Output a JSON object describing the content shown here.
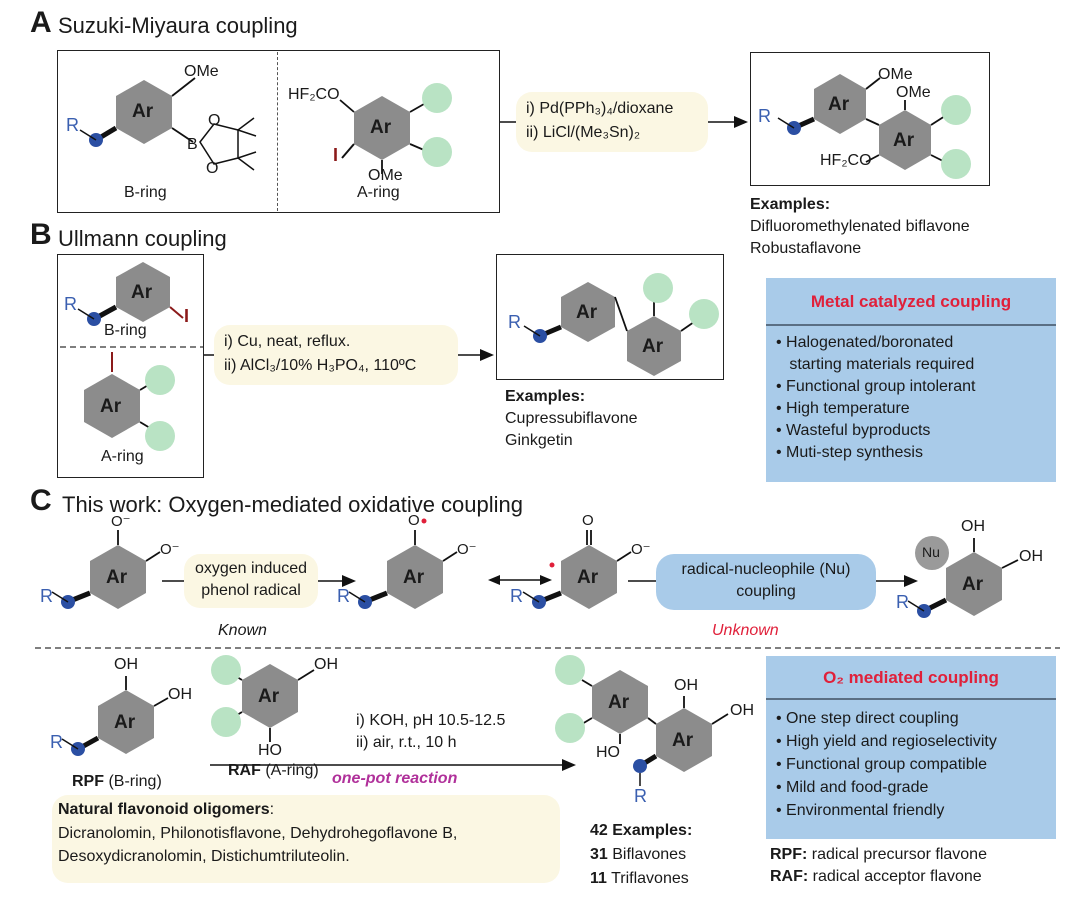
{
  "section_a": {
    "letter": "A",
    "title": "Suzuki-Miyaura coupling",
    "b_ring_label": "B-ring",
    "a_ring_label": "A-ring",
    "conditions": [
      "i) Pd(PPh₃)₄/dioxane",
      "ii) LiCl/(Me₃Sn)₂"
    ],
    "examples_label": "Examples:",
    "examples": [
      "Difluoromethylenated biflavone",
      "Robustaflavone"
    ]
  },
  "section_b": {
    "letter": "B",
    "title": "Ullmann coupling",
    "b_ring_label": "B-ring",
    "a_ring_label": "A-ring",
    "conditions": [
      "i) Cu, neat, reflux.",
      "ii) AlCl₃/10% H₃PO₄, 110ºC"
    ],
    "examples_label": "Examples:",
    "examples": [
      "Cupressubiflavone",
      "Ginkgetin"
    ]
  },
  "metal_box": {
    "title": "Metal catalyzed coupling",
    "bullets": [
      "• Halogenated/boronated",
      "   starting materials required",
      "• Functional group intolerant",
      "• High temperature",
      "• Wasteful byproducts",
      "• Muti-step synthesis"
    ]
  },
  "section_c": {
    "letter": "C",
    "title": "This work: Oxygen-mediated oxidative coupling",
    "step1": [
      "oxygen induced",
      "phenol radical"
    ],
    "step2": [
      "radical-nucleophile (Nu)",
      "coupling"
    ],
    "known": "Known",
    "unknown": "Unknown",
    "nu": "Nu",
    "rpf_bold": "RPF",
    "rpf_rest": " (B-ring)",
    "raf_bold": "RAF",
    "raf_rest": " (A-ring)",
    "conditions": [
      "i) KOH, pH 10.5-12.5",
      "ii) air, r.t., 10 h"
    ],
    "one_pot": "one-pot reaction",
    "natural_head": "Natural flavonoid oligomers",
    "natural_colon": ":",
    "natural_lines": [
      "Dicranolomin, Philonotisflavone, Dehydrohegoflavone B,",
      "Desoxydicranolomin, Distichumtriluteolin."
    ],
    "examples_count": "42",
    "examples_word": " Examples:",
    "biflavones_count": "31",
    "biflavones_word": " Biflavones",
    "triflavones_count": "11",
    "triflavones_word": " Triflavones"
  },
  "o2_box": {
    "title": "O₂ mediated coupling",
    "bullets": [
      "• One step direct coupling",
      "• High yield and regioselectivity",
      "• Functional group compatible",
      "• Mild and food-grade",
      "• Environmental friendly"
    ]
  },
  "legend": {
    "rpf_bold": "RPF:",
    "rpf_text": " radical precursor flavone",
    "raf_bold": "RAF:",
    "raf_text": " radical acceptor flavone"
  },
  "chem": {
    "ar": "Ar",
    "r": "R",
    "ome": "OMe",
    "hf2co": "HF₂CO",
    "i": "I",
    "b": "B",
    "o": "O",
    "oh": "OH",
    "ho": "HO",
    "o_minus": "O⁻"
  },
  "colors": {
    "hex_fill": "#8c8c8c",
    "green_circle": "#b9e3c4",
    "blue_dot": "#2b4fa3",
    "r_blue": "#3a5fb0",
    "iodine_red": "#8b1a1a",
    "pill_yellow": "#fbf7e3",
    "box_blue": "#a9cbe9",
    "accent_red": "#e0203a",
    "magenta": "#b0309a"
  }
}
